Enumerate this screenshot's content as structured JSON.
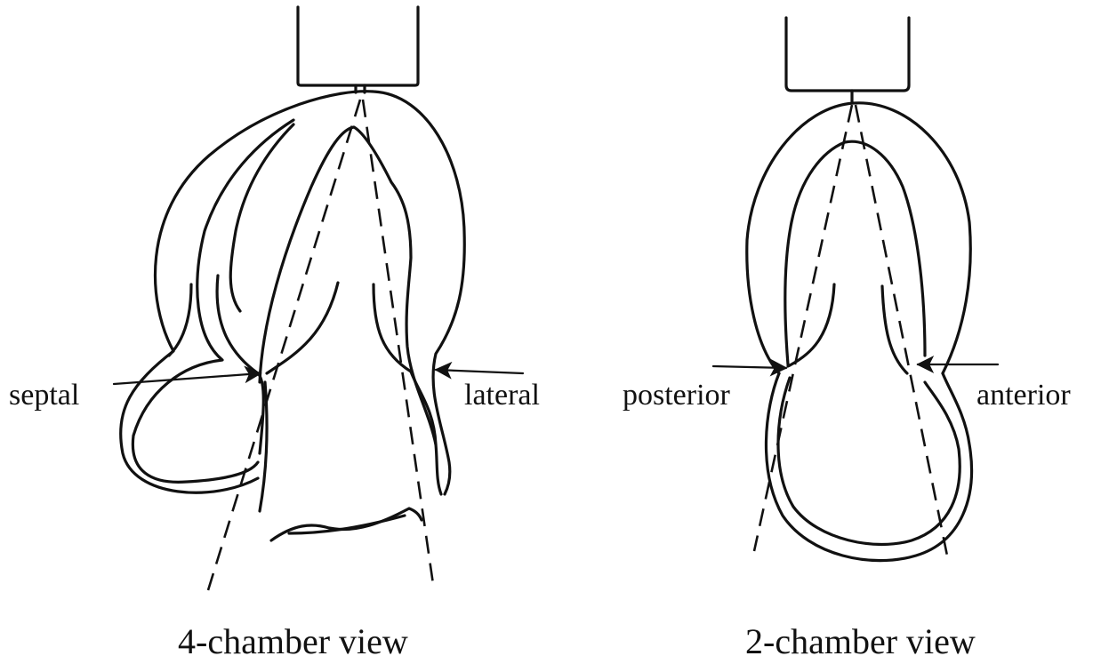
{
  "four_chamber": {
    "caption": "4-chamber view",
    "label_left": "septal",
    "label_right": "lateral"
  },
  "two_chamber": {
    "caption": "2-chamber view",
    "label_left": "posterior",
    "label_right": "anterior"
  }
}
